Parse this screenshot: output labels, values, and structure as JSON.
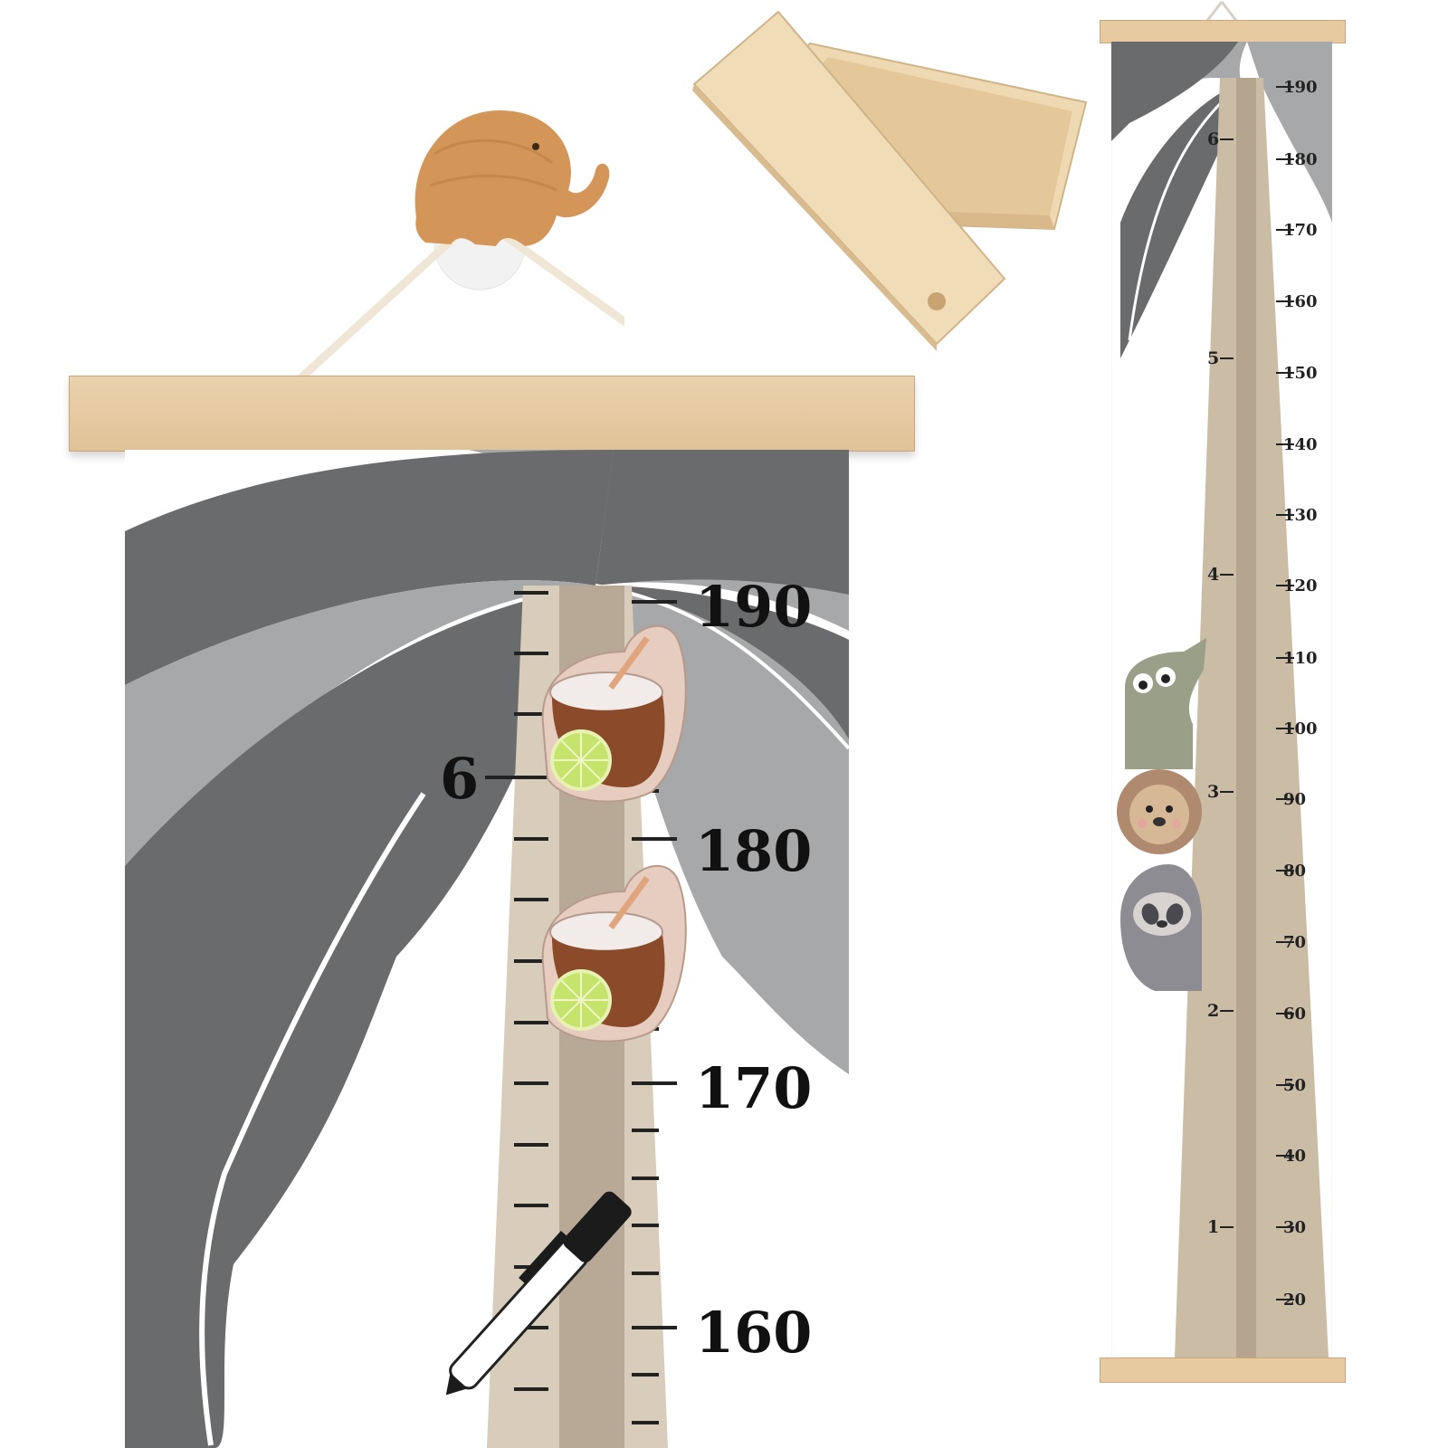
{
  "closeup": {
    "cm_labels": [
      "190",
      "180",
      "170",
      "160"
    ],
    "ft_label": "6"
  },
  "full_chart": {
    "cm_labels": [
      "190",
      "180",
      "170",
      "160",
      "150",
      "140",
      "130",
      "120",
      "110",
      "100",
      "90",
      "80",
      "70",
      "60",
      "50",
      "40",
      "30",
      "20"
    ],
    "ft_labels": [
      "6",
      "5",
      "4",
      "3",
      "2",
      "1"
    ]
  },
  "colors": {
    "wood": "#e8caa0",
    "leaf_dark": "#6a6b6d",
    "leaf_light": "#a7a8a9",
    "trunk": "#c9b9a3"
  },
  "icons": [
    "elephant-hook-icon",
    "wooden-box-icon",
    "coconut-drink-icon",
    "marker-pen-icon",
    "crocodile-icon",
    "lion-icon",
    "sloth-icon"
  ]
}
